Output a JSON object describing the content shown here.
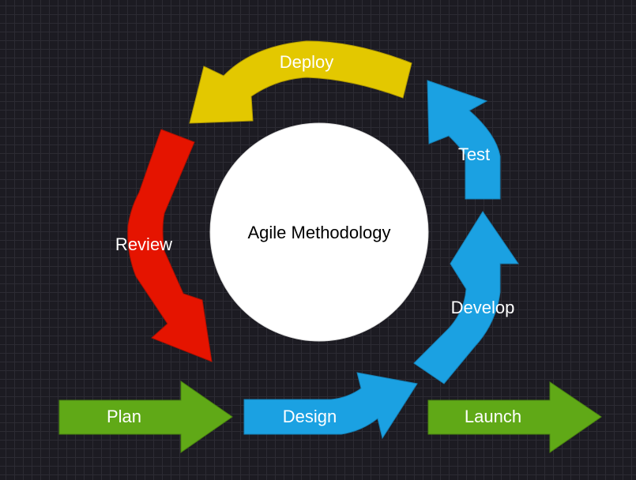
{
  "center": {
    "label": "Agile Methodology"
  },
  "steps": {
    "plan": "Plan",
    "design": "Design",
    "develop": "Develop",
    "test": "Test",
    "deploy": "Deploy",
    "review": "Review",
    "launch": "Launch"
  },
  "colors": {
    "background": "#1c1b22",
    "plan": "#60a917",
    "launch": "#60a917",
    "design": "#1ba1e2",
    "develop": "#1ba1e2",
    "test": "#1ba1e2",
    "deploy": "#e3c800",
    "review": "#e51400",
    "center": "#ffffff"
  }
}
